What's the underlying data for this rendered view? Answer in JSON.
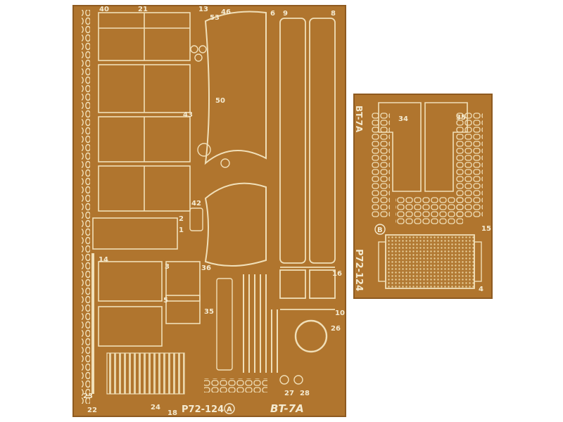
{
  "fret_a": {
    "code": "P72-124",
    "variant": "A",
    "vehicle": "BT-7A",
    "part_numbers": [
      "40",
      "21",
      "13",
      "53",
      "46",
      "6",
      "9",
      "8",
      "50",
      "43",
      "42",
      "2",
      "1",
      "3",
      "5",
      "36",
      "35",
      "16",
      "14",
      "10",
      "26",
      "23",
      "24",
      "27",
      "28",
      "22",
      "18"
    ]
  },
  "fret_b": {
    "code": "P72-124",
    "variant": "B",
    "vehicle": "BT-7A",
    "part_numbers": [
      "34",
      "35",
      "15",
      "4"
    ]
  },
  "colors": {
    "brass": "#b0752e",
    "brass_dark": "#8e5a20",
    "etch_line": "#f0dfb8",
    "background": "#ffffff"
  }
}
